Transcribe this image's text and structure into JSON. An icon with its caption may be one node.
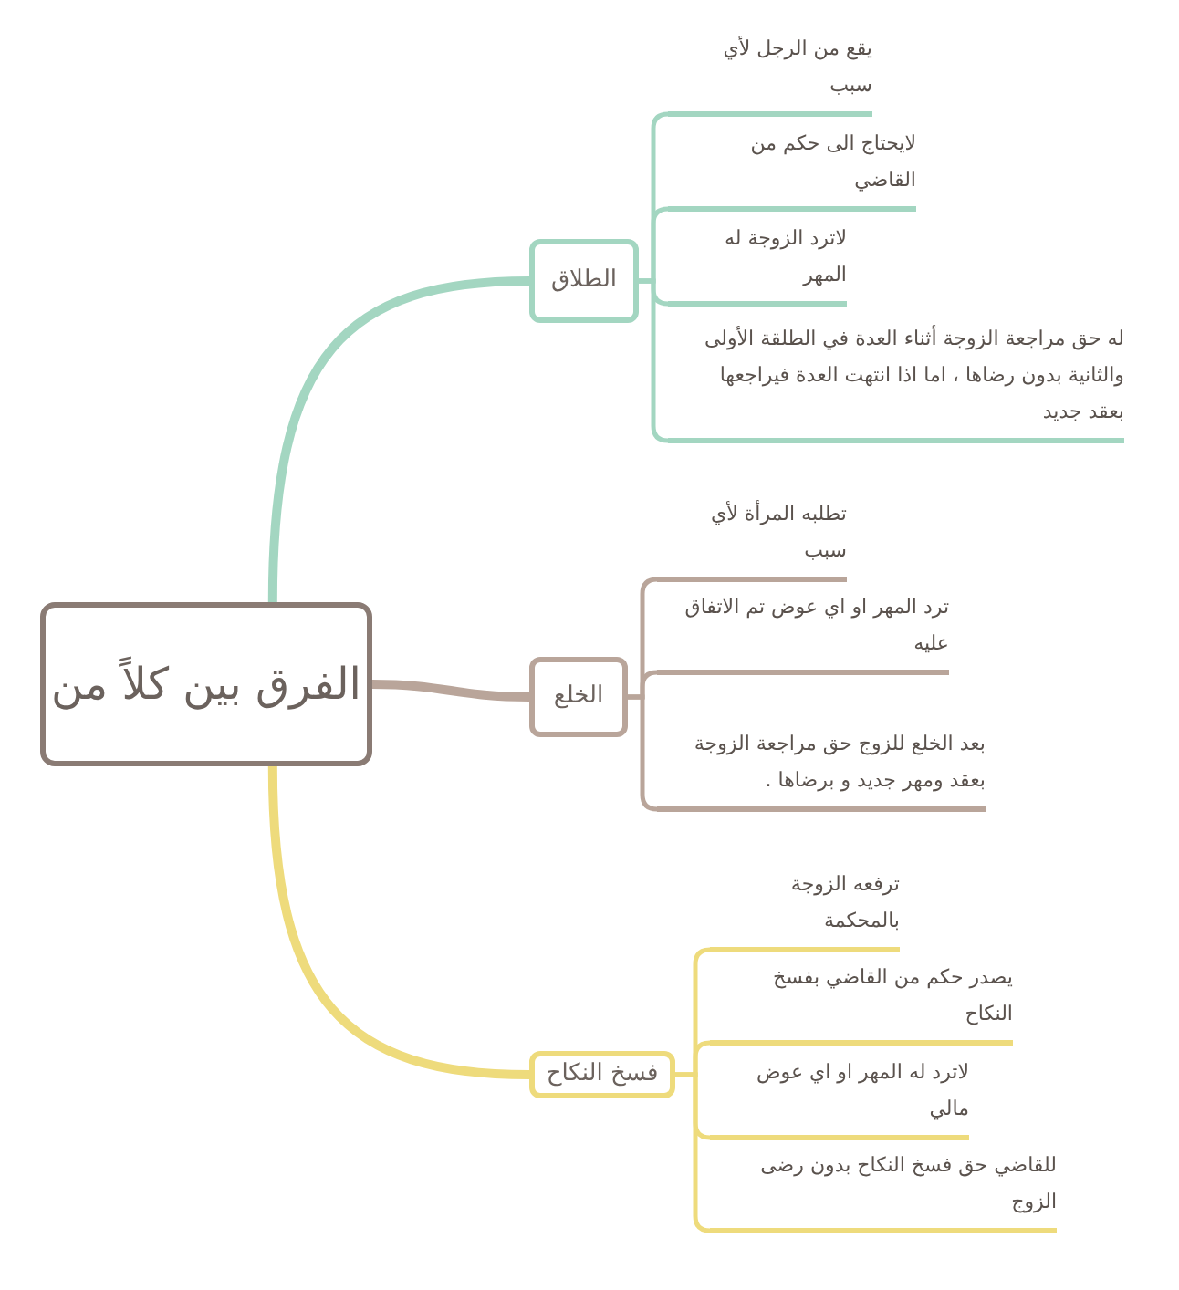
{
  "diagram": {
    "nodes": [
      {
        "text": [
          "الفرق بين كلاً من"
        ]
      },
      {
        "text": [
          "الطلاق"
        ]
      },
      {
        "text": [
          "يقع من الرجل لأي سبب"
        ]
      },
      {
        "text": [
          "لايحتاج الى حكم من القاضي"
        ]
      },
      {
        "text": [
          "لاترد الزوجة له المهر"
        ]
      },
      {
        "text": [
          "له حق مراجعة الزوجة أثناء العدة في الطلقة الأولى والثانية بدون رضاها ، اما اذا انتهت العدة فيراجعها بعقد جديد"
        ]
      },
      {
        "text": [
          "الخلع"
        ]
      },
      {
        "text": [
          "تطلبه المرأة لأي سبب"
        ]
      },
      {
        "text": [
          "ترد المهر او اي عوض تم الاتفاق عليه"
        ]
      },
      {
        "text": [
          "بعد الخلع للزوج حق مراجعة الزوجة بعقد ومهر جديد و برضاها ."
        ]
      },
      {
        "text": [
          "فسخ النكاح"
        ]
      },
      {
        "text": [
          "ترفعه الزوجة بالمحكمة"
        ]
      },
      {
        "text": [
          "يصدر حكم من القاضي بفسخ النكاح"
        ]
      },
      {
        "text": [
          "لاترد له المهر او اي عوض مالي"
        ]
      },
      {
        "text": [
          "للقاضي حق فسخ النكاح بدون رضى الزوج"
        ]
      }
    ],
    "edges": [
      {
        "from": 0,
        "to": 1,
        "arrow": "none",
        "style": "thick",
        "color": "#a3d6c1"
      },
      {
        "from": 1,
        "to": 2,
        "arrow": "none",
        "color": "#a3d6c1"
      },
      {
        "from": 1,
        "to": 3,
        "arrow": "none",
        "color": "#a3d6c1"
      },
      {
        "from": 1,
        "to": 4,
        "arrow": "none",
        "color": "#a3d6c1"
      },
      {
        "from": 1,
        "to": 5,
        "arrow": "none",
        "color": "#a3d6c1"
      },
      {
        "from": 0,
        "to": 6,
        "arrow": "none",
        "style": "thick",
        "color": "#b9a59a"
      },
      {
        "from": 6,
        "to": 7,
        "arrow": "none",
        "color": "#b9a59a"
      },
      {
        "from": 6,
        "to": 8,
        "arrow": "none",
        "color": "#b9a59a"
      },
      {
        "from": 6,
        "to": 9,
        "arrow": "none",
        "color": "#b9a59a"
      },
      {
        "from": 0,
        "to": 10,
        "arrow": "none",
        "style": "thick",
        "color": "#eedb7c"
      },
      {
        "from": 10,
        "to": 11,
        "arrow": "none",
        "color": "#eedb7c"
      },
      {
        "from": 10,
        "to": 12,
        "arrow": "none",
        "color": "#eedb7c"
      },
      {
        "from": 10,
        "to": 13,
        "arrow": "none",
        "color": "#eedb7c"
      },
      {
        "from": 10,
        "to": 14,
        "arrow": "none",
        "color": "#eedb7c"
      }
    ]
  }
}
